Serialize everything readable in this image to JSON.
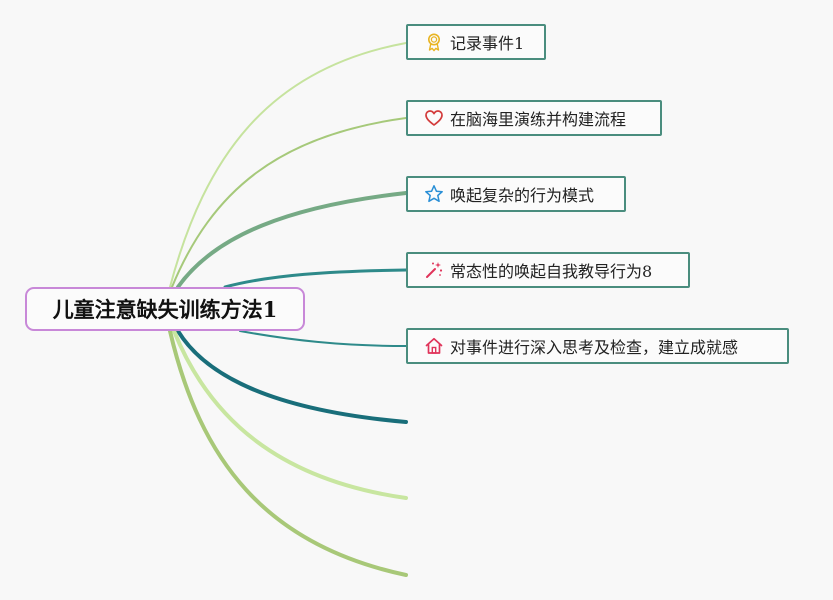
{
  "root": {
    "label": "儿童注意缺失训练方法1",
    "border_color": "#c888d8"
  },
  "children": [
    {
      "label": "记录事件1",
      "icon": "award-medal-icon",
      "icon_color": "#e8b422"
    },
    {
      "label": "在脑海里演练并构建流程",
      "icon": "heart-icon",
      "icon_color": "#d33b3b"
    },
    {
      "label": "唤起复杂的行为模式",
      "icon": "star-icon",
      "icon_color": "#2a8fd6"
    },
    {
      "label": "常态性的唤起自我教导行为8",
      "icon": "magic-wand-icon",
      "icon_color": "#e0345a"
    },
    {
      "label": "对事件进行深入思考及检查，建立成就感",
      "icon": "home-icon",
      "icon_color": "#e0345a"
    }
  ],
  "branch_colors": [
    "#c6e39e",
    "#a6c97a",
    "#76aa85",
    "#2e8a8a",
    "#2e8a8a",
    "#196e7a",
    "#c8e6a0",
    "#a8c878"
  ],
  "node_border_color": "#4a8d7e"
}
